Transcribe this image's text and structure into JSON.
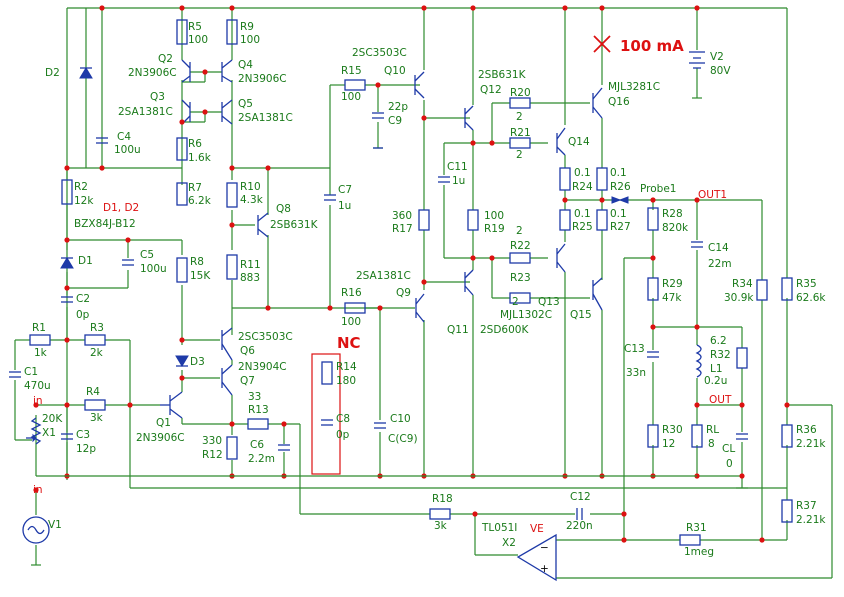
{
  "annotations": {
    "current_note": "100 mA",
    "nc_note": "NC",
    "zener_note": "D1, D2",
    "zener_type": "BZX84J-B12"
  },
  "labels": {
    "R5": "R5",
    "R5v": "100",
    "R9": "R9",
    "R9v": "100",
    "Q2": "Q2",
    "Q2t": "2N3906C",
    "Q4": "Q4",
    "Q4t": "2N3906C",
    "Q3": "Q3",
    "Q3t": "2SA1381C",
    "Q5": "Q5",
    "Q5t": "2SA1381C",
    "C4": "C4",
    "C4v": "100u",
    "R6": "R6",
    "R6v": "1.6k",
    "R7": "R7",
    "R7v": "6.2k",
    "R10": "R10",
    "R10v": "4.3k",
    "Q8": "Q8",
    "Q8t": "2SB631K",
    "R11": "R11",
    "R11v": "883",
    "D2": "D2",
    "R2": "R2",
    "R2v": "12k",
    "D1": "D1",
    "C5": "C5",
    "C5v": "100u",
    "R8": "R8",
    "R8v": "15K",
    "C2": "C2",
    "C2v": "0p",
    "R1": "R1",
    "R1v": "1k",
    "R3": "R3",
    "R3v": "2k",
    "C1": "C1",
    "C1v": "470u",
    "R4": "R4",
    "R4v": "3k",
    "in1": "in",
    "X1v": "20K",
    "X1": "X1",
    "C3": "C3",
    "C3v": "12p",
    "Q1": "Q1",
    "Q1t": "2N3906C",
    "D3": "D3",
    "Q6": "Q6",
    "Q6t": "2SC3503C",
    "Q7": "Q7",
    "Q7t": "2N3904C",
    "R13v": "33",
    "R13": "R13",
    "R12v": "330",
    "R12": "R12",
    "C6": "C6",
    "C6v": "2.2m",
    "in2": "in",
    "V1": "V1",
    "R15": "R15",
    "R15v": "100",
    "Q10t": "2SC3503C",
    "Q10": "Q10",
    "C9v": "22p",
    "C9": "C9",
    "C7": "C7",
    "C7v": "1u",
    "Q12t": "2SB631K",
    "Q12": "Q12",
    "R20": "R20",
    "R20v": "2",
    "R21": "R21",
    "R21v": "2",
    "Q14": "Q14",
    "Q16t": "MJL3281C",
    "Q16": "Q16",
    "V2": "V2",
    "V2v": "80V",
    "C11": "C11",
    "C11v": "1u",
    "R17v": "360",
    "R17": "R17",
    "R19v": "100",
    "R19": "R19",
    "R24v": "0.1",
    "R24": "R24",
    "R26v": "0.1",
    "R26": "R26",
    "R25v": "0.1",
    "R25": "R25",
    "R27v": "0.1",
    "R27": "R27",
    "Probe1": "Probe1",
    "OUT1": "OUT1",
    "R28": "R28",
    "R28v": "820k",
    "C14": "C14",
    "C14v": "22m",
    "R22": "R22",
    "R22v": "2",
    "R23": "R23",
    "R23v": "2",
    "Q13t": "MJL1302C",
    "Q13": "Q13",
    "Q15": "Q15",
    "Q9t": "2SA1381C",
    "Q9": "Q9",
    "Q11": "Q11",
    "Q11t": "2SD600K",
    "R16": "R16",
    "R16v": "100",
    "R14": "R14",
    "R14v": "180",
    "C8": "C8",
    "C8v": "0p",
    "C10": "C10",
    "C10v": "C(C9)",
    "R29": "R29",
    "R29v": "47k",
    "R34": "R34",
    "R34v": "30.9k",
    "R35": "R35",
    "R35v": "62.6k",
    "C13": "C13",
    "C13v": "33n",
    "L1v1": "6.2",
    "R32": "R32",
    "L1": "L1",
    "L1v": "0.2u",
    "OUT": "OUT",
    "R30": "R30",
    "R30v": "12",
    "RL": "RL",
    "RLv": "8",
    "CL": "CL",
    "CLv": "0",
    "R36": "R36",
    "R36v": "2.21k",
    "R37": "R37",
    "R37v": "2.21k",
    "R18": "R18",
    "R18v": "3k",
    "C12": "C12",
    "C12v": "220n",
    "X2t": "TL051I",
    "X2": "X2",
    "VE": "VE",
    "R31": "R31",
    "R31v": "1meg"
  }
}
